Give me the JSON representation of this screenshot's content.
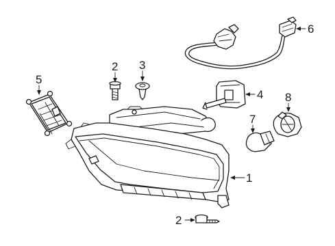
{
  "diagram": {
    "callouts": [
      {
        "id": "c1",
        "label": "1",
        "part": "headlamp-assembly"
      },
      {
        "id": "c2a",
        "label": "2",
        "part": "screw-upper"
      },
      {
        "id": "c2b",
        "label": "2",
        "part": "screw-lower"
      },
      {
        "id": "c3",
        "label": "3",
        "part": "push-pin-retainer"
      },
      {
        "id": "c4",
        "label": "4",
        "part": "hid-bulb"
      },
      {
        "id": "c5",
        "label": "5",
        "part": "ballast-module"
      },
      {
        "id": "c6",
        "label": "6",
        "part": "wiring-harness"
      },
      {
        "id": "c7",
        "label": "7",
        "part": "turn-signal-bulb"
      },
      {
        "id": "c8",
        "label": "8",
        "part": "bulb-socket"
      }
    ]
  }
}
